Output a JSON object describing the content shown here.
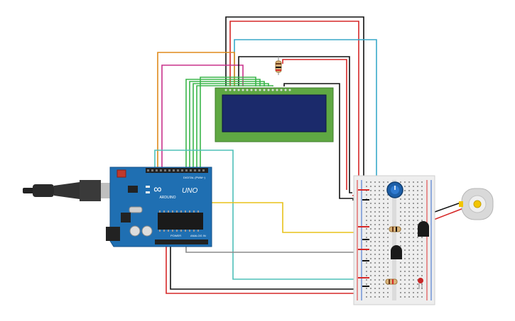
{
  "diagram": {
    "arduino": {
      "brand": "ARDUINO",
      "model": "UNO",
      "digital_label": "DIGITAL (PWM~)",
      "power_label": "POWER",
      "analog_label": "ANALOG IN",
      "board_color": "#1f6fb2",
      "logo_glyph": "∞"
    },
    "lcd": {
      "display_color": "#1b2a6b",
      "pcb_color": "#5fa843"
    },
    "breadboard": {
      "color": "#eeeeee",
      "power_rail_red": "#d33",
      "power_rail_blue": "#36c"
    },
    "wire_colors": {
      "black": "#111111",
      "red": "#d62828",
      "cyan": "#39a9c9",
      "orange": "#e08a1c",
      "magenta": "#c8328c",
      "green": "#3ab54a",
      "yellow": "#e8c21a",
      "gray": "#8a8a8a",
      "teal": "#4ec0b8"
    },
    "icons": {
      "usb_cable": "usb-cable-icon",
      "potentiometer": "potentiometer-icon",
      "motor": "dc-motor-icon",
      "transistor": "transistor-icon",
      "sensor": "temperature-sensor-icon",
      "led": "led-icon",
      "resistor": "resistor-icon"
    }
  }
}
